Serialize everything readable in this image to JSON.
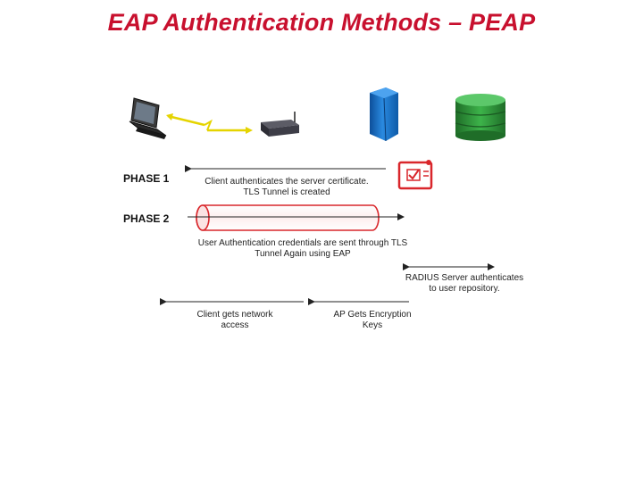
{
  "slide": {
    "title": "EAP Authentication Methods – PEAP"
  },
  "devices": {
    "laptop_icon": "laptop-icon",
    "access_point_icon": "access-point-icon",
    "server_icon": "radius-server-icon",
    "database_icon": "user-database-icon",
    "certificate_icon": "certificate-icon"
  },
  "phases": {
    "phase1_label": "PHASE 1",
    "phase2_label": "PHASE 2"
  },
  "captions": {
    "phase1_line1": "Client authenticates the server certificate.",
    "phase1_line2": "TLS Tunnel is created",
    "phase2_line1": "User Authentication credentials are sent through TLS",
    "phase2_line2": "Tunnel Again using EAP",
    "radius_line1": "RADIUS Server authenticates",
    "radius_line2": "to user repository.",
    "keys_line1": "AP Gets Encryption",
    "keys_line2": "Keys",
    "access_line1": "Client gets network",
    "access_line2": "access"
  },
  "colors": {
    "title": "#c8102e",
    "tunnel": "#d9262b",
    "wireless_link": "#e5d400",
    "server_blue": "#1a73c9",
    "db_green": "#2f9a3c"
  }
}
